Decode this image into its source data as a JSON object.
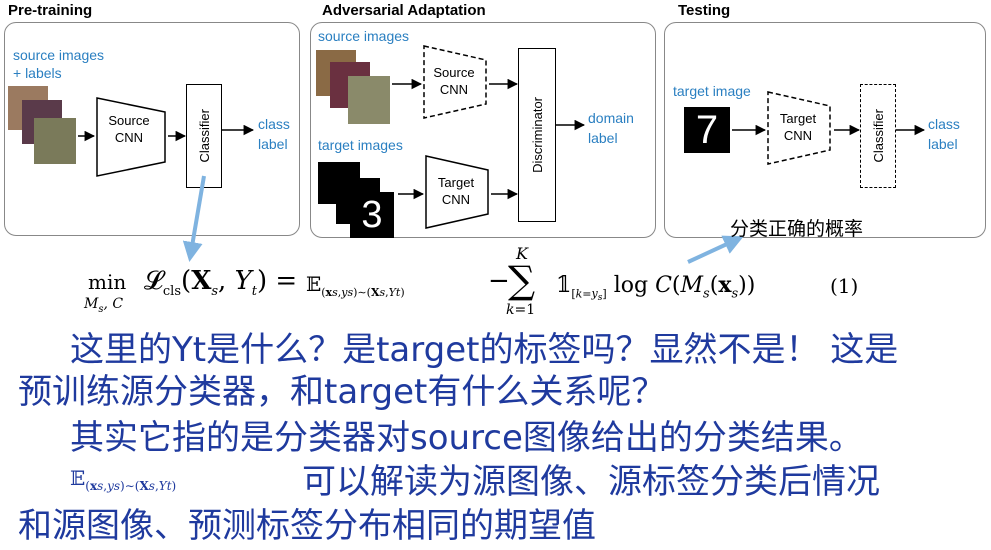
{
  "panels": {
    "pretraining": {
      "title": "Pre-training",
      "input_label": "source images\n+ labels",
      "encoder": "Source\nCNN",
      "classifier": "Classifier",
      "output": "class\nlabel"
    },
    "adversarial": {
      "title": "Adversarial Adaptation",
      "source_label": "source images",
      "target_label": "target images",
      "source_encoder": "Source\nCNN",
      "target_encoder": "Target\nCNN",
      "discriminator": "Discriminator",
      "output": "domain\nlabel"
    },
    "testing": {
      "title": "Testing",
      "input_label": "target image",
      "encoder": "Target\nCNN",
      "classifier": "Classifier",
      "output": "class\nlabel",
      "digit": "7"
    }
  },
  "annotation": "分类正确的概率",
  "equation_number": "(1)",
  "notes": {
    "line1": "这里的Yt是什么？是target的标签吗？显然不是！ 这是",
    "line2": "预训练源分类器，和target有什么关系呢？",
    "line3": "其实它指的是分类器对source图像给出的分类结果。",
    "line4": "可以解读为源图像、源标签分类后情况",
    "line5": "和源图像、预测标签分布相同的期望值"
  },
  "colors": {
    "note": "#1f3a9e",
    "label_blue": "#2a7fc1",
    "arrow": "#7fb3e0"
  }
}
